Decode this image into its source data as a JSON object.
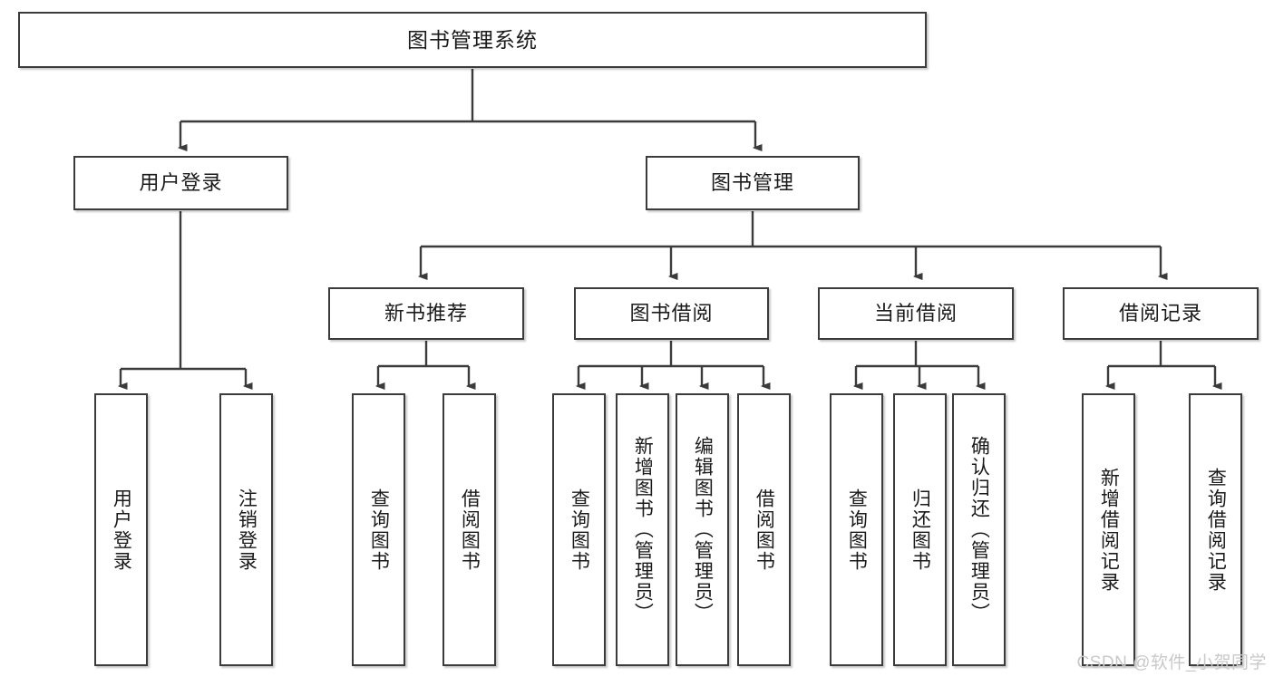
{
  "diagram": {
    "title": "图书管理系统",
    "watermark": "CSDN @软件_小贺同学",
    "colors": {
      "box_border": "#3b3b3b",
      "box_fill": "#ffffff",
      "connector": "#3b3b3b",
      "text": "#1a1a1a",
      "watermark": "#c9c9c9"
    },
    "root": {
      "label": "图书管理系统"
    },
    "level2": [
      {
        "label": "用户登录"
      },
      {
        "label": "图书管理"
      }
    ],
    "level3": [
      {
        "label": "新书推荐"
      },
      {
        "label": "图书借阅"
      },
      {
        "label": "当前借阅"
      },
      {
        "label": "借阅记录"
      }
    ],
    "leaves": {
      "user_login": [
        {
          "label": "用户登录"
        },
        {
          "label": "注销登录"
        }
      ],
      "new_book": [
        {
          "label": "查询图书"
        },
        {
          "label": "借阅图书"
        }
      ],
      "book_borrow": [
        {
          "label": "查询图书"
        },
        {
          "label": "新增图书（管理员）"
        },
        {
          "label": "编辑图书（管理员）"
        },
        {
          "label": "借阅图书"
        }
      ],
      "current_borrow": [
        {
          "label": "查询图书"
        },
        {
          "label": "归还图书"
        },
        {
          "label": "确认归还（管理员）"
        }
      ],
      "borrow_record": [
        {
          "label": "新增借阅记录"
        },
        {
          "label": "查询借阅记录"
        }
      ]
    }
  }
}
